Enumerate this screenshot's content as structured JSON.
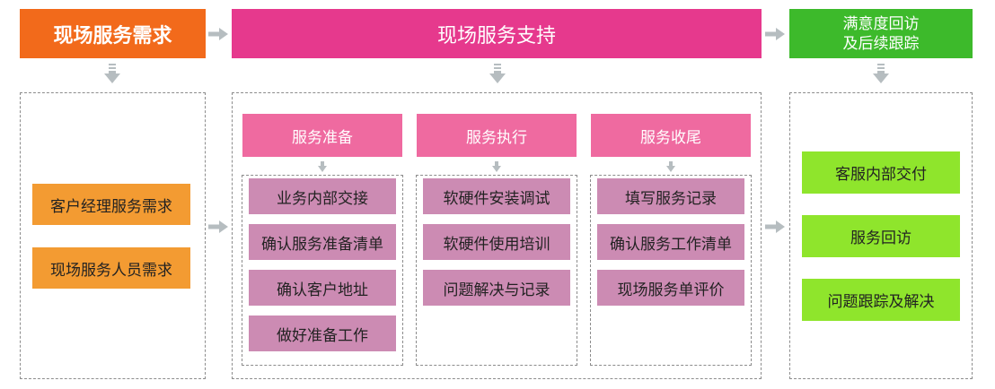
{
  "colors": {
    "orange": "#f26a1b",
    "pink_header": "#e6398d",
    "green_header": "#3dba2b",
    "orange_box": "#f39b32",
    "pink_sub": "#ef6aa0",
    "mauve_box": "#cc8bb3",
    "green_box": "#8fe52c",
    "arrow_gray": "#b6bdc0"
  },
  "header": {
    "left": "现场服务需求",
    "middle": "现场服务支持",
    "right_line1": "满意度回访",
    "right_line2": "及后续跟踪"
  },
  "left_column": {
    "items": [
      "客户经理服务需求",
      "现场服务人员需求"
    ]
  },
  "middle_column": {
    "prepare": {
      "title": "服务准备",
      "items": [
        "业务内部交接",
        "确认服务准备清单",
        "确认客户地址",
        "做好准备工作"
      ]
    },
    "execute": {
      "title": "服务执行",
      "items": [
        "软硬件安装调试",
        "软硬件使用培训",
        "问题解决与记录"
      ]
    },
    "close": {
      "title": "服务收尾",
      "items": [
        "填写服务记录",
        "确认服务工作清单",
        "现场服务单评价"
      ]
    }
  },
  "right_column": {
    "items": [
      "客服内部交付",
      "服务回访",
      "问题跟踪及解决"
    ]
  },
  "icons": {
    "right_arrow": "right-arrow-icon",
    "down_arrow": "down-arrow-icon"
  }
}
